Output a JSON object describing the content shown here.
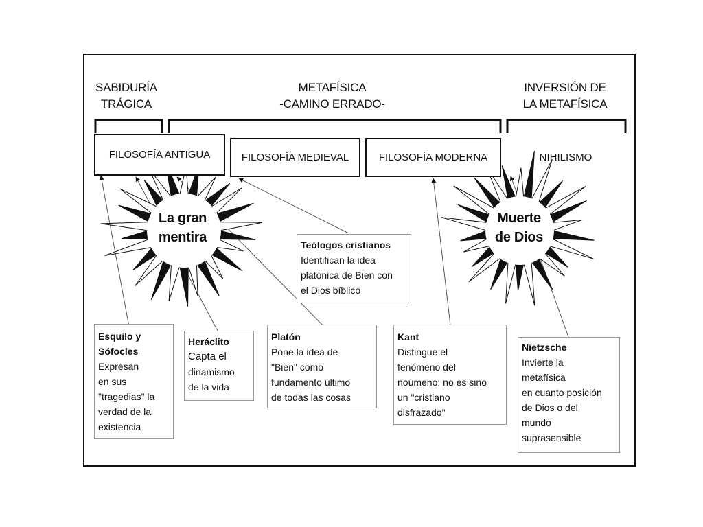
{
  "periods": {
    "wisdom": {
      "line1": "SABIDURÍA",
      "line2": "TRÁGICA"
    },
    "metaphysics": {
      "line1": "METAFÍSICA",
      "line2": "-CAMINO ERRADO-"
    },
    "inversion": {
      "line1": "INVERSIÓN DE",
      "line2": "LA METAFÍSICA"
    }
  },
  "eras": {
    "ancient": "FILOSOFÍA ANTIGUA",
    "medieval": "FILOSOFÍA MEDIEVAL",
    "modern": "FILOSOFÍA MODERNA",
    "nihilism": "NIHILISMO"
  },
  "bursts": {
    "lie": {
      "line1": "La gran",
      "line2": "mentira"
    },
    "death": {
      "line1": "Muerte",
      "line2": "de Dios"
    }
  },
  "notes": {
    "theologians": {
      "title": "Teólogos cristianos",
      "lines": [
        "Identifican la idea",
        "platónica de Bien con",
        "el Dios bíblico"
      ]
    },
    "aeschylus": {
      "title1": "Esquilo y",
      "title2": "Sófocles",
      "lines": [
        "Expresan",
        "en sus",
        "\"tragedias\" la",
        "verdad de la",
        "existencia"
      ]
    },
    "heraclitus": {
      "title": "Heráclito",
      "lines": [
        "Capta el",
        "dinamismo",
        "de la vida"
      ]
    },
    "plato": {
      "title": "Platón",
      "lines": [
        "Pone la idea de",
        "\"Bien\" como",
        "fundamento último",
        "de todas las cosas"
      ]
    },
    "kant": {
      "title": "Kant",
      "lines": [
        "Distingue el",
        "fenómeno del",
        "noúmeno; no es sino",
        "un \"cristiano",
        "disfrazado\""
      ]
    },
    "nietzsche": {
      "title": "Nietzsche",
      "lines": [
        "Invierte la",
        "metafísica",
        "en cuanto posición",
        "de Dios o del",
        "mundo",
        "suprasensible"
      ]
    }
  }
}
